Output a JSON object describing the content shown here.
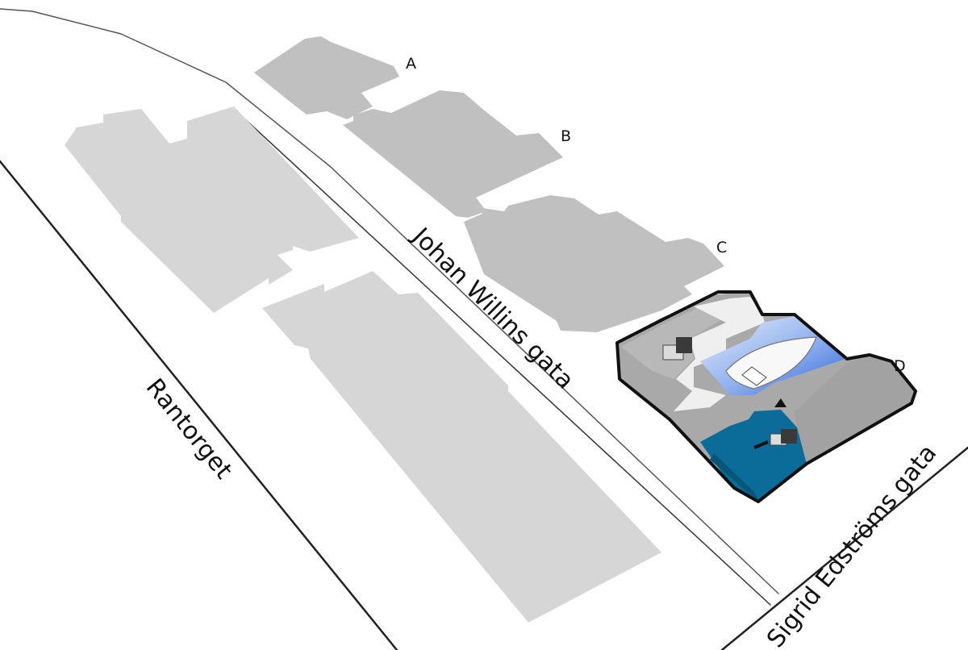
{
  "streets": {
    "rantorget": "Rantorget",
    "johan_willins_gata": "Johan Willins gata",
    "sigrid_edstroms_gata": "Sigrid Edströms gata"
  },
  "buildings": {
    "a": "A",
    "b": "B",
    "c": "C",
    "d": "D"
  },
  "colors": {
    "building_light": "#d6d6d6",
    "building_mid": "#c0c0c0",
    "building_d_floor": "#a9a9a9",
    "highlight_blue": "#4a7fdc",
    "highlight_teal": "#0b6b99",
    "outline": "#111111"
  }
}
